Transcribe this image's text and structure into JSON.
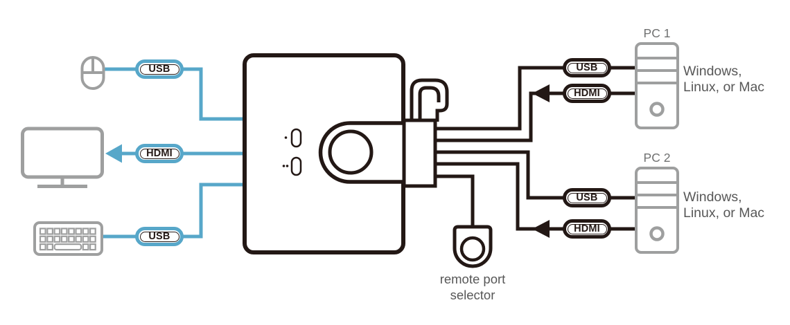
{
  "colors": {
    "cable_blue": "#57a7c9",
    "line_dark": "#231815",
    "device_gray": "#9e9f9f",
    "text_gray": "#575757",
    "pc_label_gray": "#6f7070"
  },
  "console_side": {
    "mouse": {
      "icon": "mouse-icon",
      "cable_label": "USB"
    },
    "monitor": {
      "icon": "monitor-icon",
      "cable_label": "HDMI"
    },
    "keyboard": {
      "icon": "keyboard-icon",
      "cable_label": "USB"
    }
  },
  "kvm_switch": {
    "port_leds": [
      "port-1-led",
      "port-2-led"
    ],
    "remote_port_selector": {
      "label_line1": "remote port",
      "label_line2": "selector"
    }
  },
  "computers": [
    {
      "name": "PC 1",
      "os_line1": "Windows,",
      "os_line2": "Linux, or Mac",
      "usb_label": "USB",
      "hdmi_label": "HDMI"
    },
    {
      "name": "PC 2",
      "os_line1": "Windows,",
      "os_line2": "Linux, or Mac",
      "usb_label": "USB",
      "hdmi_label": "HDMI"
    }
  ]
}
